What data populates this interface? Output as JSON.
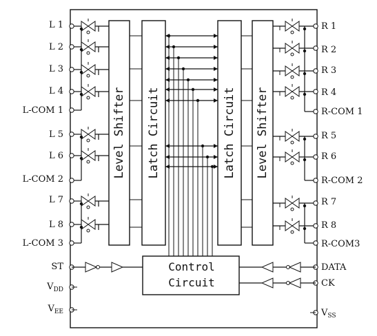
{
  "left_pins": [
    "L 1",
    "L 2",
    "L 3",
    "L 4",
    "L-COM 1",
    "L 5",
    "L 6",
    "L-COM 2",
    "L 7",
    "L 8",
    "L-COM 3",
    "ST"
  ],
  "right_pins": [
    "R 1",
    "R 2",
    "R 3",
    "R 4",
    "R-COM 1",
    "R 5",
    "R 6",
    "R-COM 2",
    "R 7",
    "R 8",
    "R-COM3",
    "DATA",
    "CK"
  ],
  "power_pins": {
    "vdd_main": "V",
    "vdd_sub": "DD",
    "vee_main": "V",
    "vee_sub": "EE",
    "vss_main": "V",
    "vss_sub": "SS"
  },
  "blocks": {
    "level_shifter_left": "Level Shifter",
    "latch_left": "Latch Circuit",
    "latch_right": "Latch Circuit",
    "level_shifter_right": "Level Shifter",
    "control_line1": "Control",
    "control_line2": "Circuit"
  }
}
